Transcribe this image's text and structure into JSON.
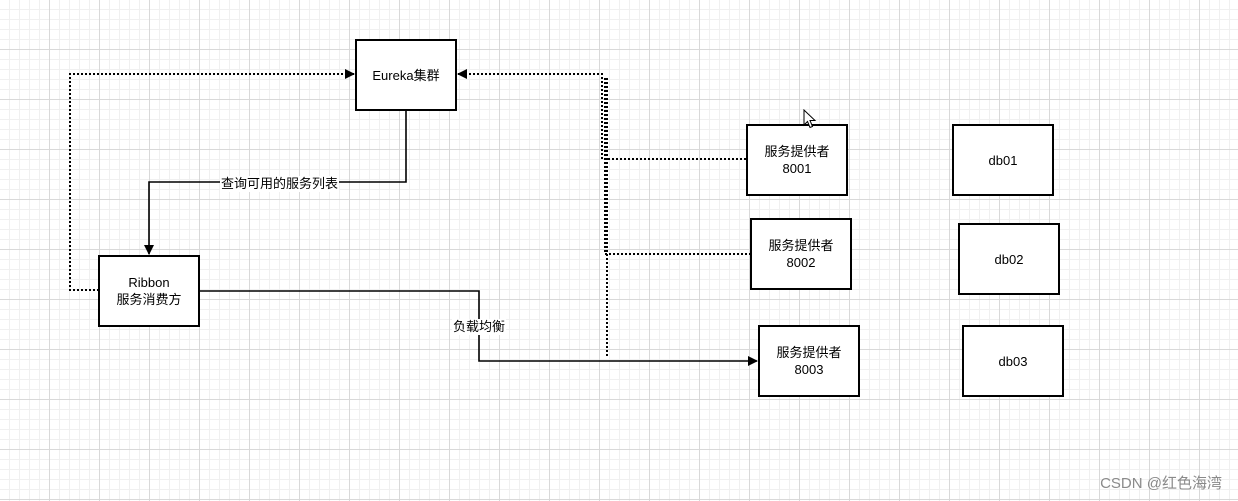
{
  "diagram": {
    "nodes": {
      "eureka": {
        "label": "Eureka集群"
      },
      "ribbon": {
        "line1": "Ribbon",
        "line2": "服务消费方"
      },
      "provider1": {
        "line1": "服务提供者",
        "line2": "8001"
      },
      "provider2": {
        "line1": "服务提供者",
        "line2": "8002"
      },
      "provider3": {
        "line1": "服务提供者",
        "line2": "8003"
      },
      "db1": {
        "label": "db01"
      },
      "db2": {
        "label": "db02"
      },
      "db3": {
        "label": "db03"
      }
    },
    "edges": {
      "query": {
        "label": "查询可用的服务列表"
      },
      "load_balance": {
        "label": "负载均衡"
      }
    }
  },
  "watermark": "CSDN @红色海湾",
  "colors": {
    "line": "#000000",
    "grid_major": "#d9d9d9",
    "grid_minor": "#f0f0f0"
  }
}
